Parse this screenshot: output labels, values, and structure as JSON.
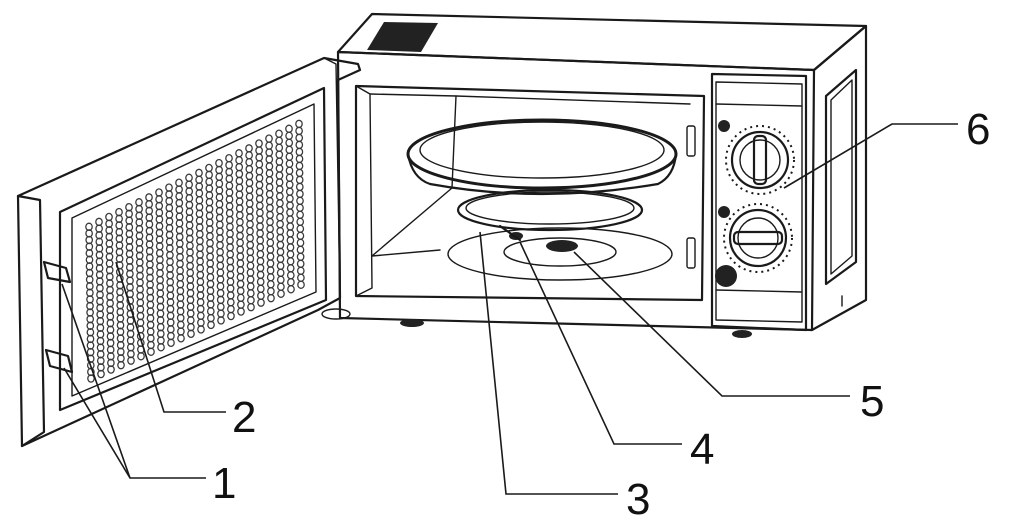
{
  "diagram": {
    "callouts": [
      {
        "id": "1",
        "label": "1"
      },
      {
        "id": "2",
        "label": "2"
      },
      {
        "id": "3",
        "label": "3"
      },
      {
        "id": "4",
        "label": "4"
      },
      {
        "id": "5",
        "label": "5"
      },
      {
        "id": "6",
        "label": "6"
      }
    ]
  },
  "colors": {
    "line": "#1a1a1a",
    "background": "#ffffff",
    "dark_fill": "#222222",
    "mesh_dot": "#3a3a3a"
  }
}
